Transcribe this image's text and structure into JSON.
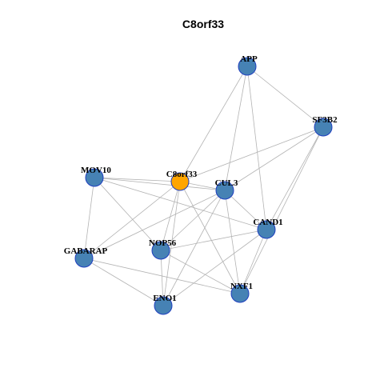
{
  "title": "C8orf33",
  "colors": {
    "node_default": "#4682b4",
    "node_highlight": "#ffa500",
    "node_border": "#1f3fbf",
    "edge": "#b3b3b3"
  },
  "nodes": [
    {
      "id": "APP",
      "label": "APP",
      "highlight": false
    },
    {
      "id": "SF3B2",
      "label": "SF3B2",
      "highlight": false
    },
    {
      "id": "MOV10",
      "label": "MOV10",
      "highlight": false
    },
    {
      "id": "C8orf33",
      "label": "C8orf33",
      "highlight": true
    },
    {
      "id": "CUL3",
      "label": "CUL3",
      "highlight": false
    },
    {
      "id": "CAND1",
      "label": "CAND1",
      "highlight": false
    },
    {
      "id": "GABARAP",
      "label": "GABARAP",
      "highlight": false
    },
    {
      "id": "NOP56",
      "label": "NOP56",
      "highlight": false
    },
    {
      "id": "NXF1",
      "label": "NXF1",
      "highlight": false
    },
    {
      "id": "ENO1",
      "label": "ENO1",
      "highlight": false
    }
  ],
  "edges": [
    [
      "APP",
      "SF3B2"
    ],
    [
      "APP",
      "C8orf33"
    ],
    [
      "APP",
      "CUL3"
    ],
    [
      "APP",
      "CAND1"
    ],
    [
      "SF3B2",
      "C8orf33"
    ],
    [
      "SF3B2",
      "CUL3"
    ],
    [
      "SF3B2",
      "CAND1"
    ],
    [
      "SF3B2",
      "NXF1"
    ],
    [
      "MOV10",
      "C8orf33"
    ],
    [
      "MOV10",
      "CUL3"
    ],
    [
      "MOV10",
      "CAND1"
    ],
    [
      "MOV10",
      "GABARAP"
    ],
    [
      "MOV10",
      "NOP56"
    ],
    [
      "C8orf33",
      "CUL3"
    ],
    [
      "C8orf33",
      "GABARAP"
    ],
    [
      "C8orf33",
      "NOP56"
    ],
    [
      "C8orf33",
      "ENO1"
    ],
    [
      "C8orf33",
      "NXF1"
    ],
    [
      "CUL3",
      "GABARAP"
    ],
    [
      "CUL3",
      "NOP56"
    ],
    [
      "CUL3",
      "ENO1"
    ],
    [
      "CUL3",
      "NXF1"
    ],
    [
      "CUL3",
      "CAND1"
    ],
    [
      "CAND1",
      "NOP56"
    ],
    [
      "CAND1",
      "NXF1"
    ],
    [
      "CAND1",
      "ENO1"
    ],
    [
      "GABARAP",
      "ENO1"
    ],
    [
      "GABARAP",
      "NXF1"
    ],
    [
      "NOP56",
      "ENO1"
    ],
    [
      "NOP56",
      "NXF1"
    ]
  ]
}
